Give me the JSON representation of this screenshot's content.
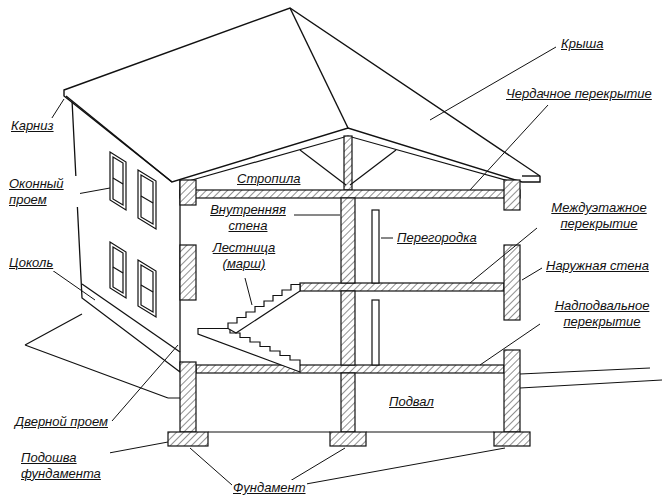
{
  "diagram": {
    "labels": [
      "Крыша",
      "Чердачное перекрытие",
      "Карниз",
      "Стропила",
      "Оконный проем",
      "Внутренняя стена",
      "Междуэтажное перекрытие",
      "Перегородка",
      "Цоколь",
      "Лестница (марш)",
      "Наружная стена",
      "Надподвальное перекрытие",
      "Подвал",
      "Дверной проем",
      "Подошва фундамента",
      "Фундамент"
    ]
  }
}
